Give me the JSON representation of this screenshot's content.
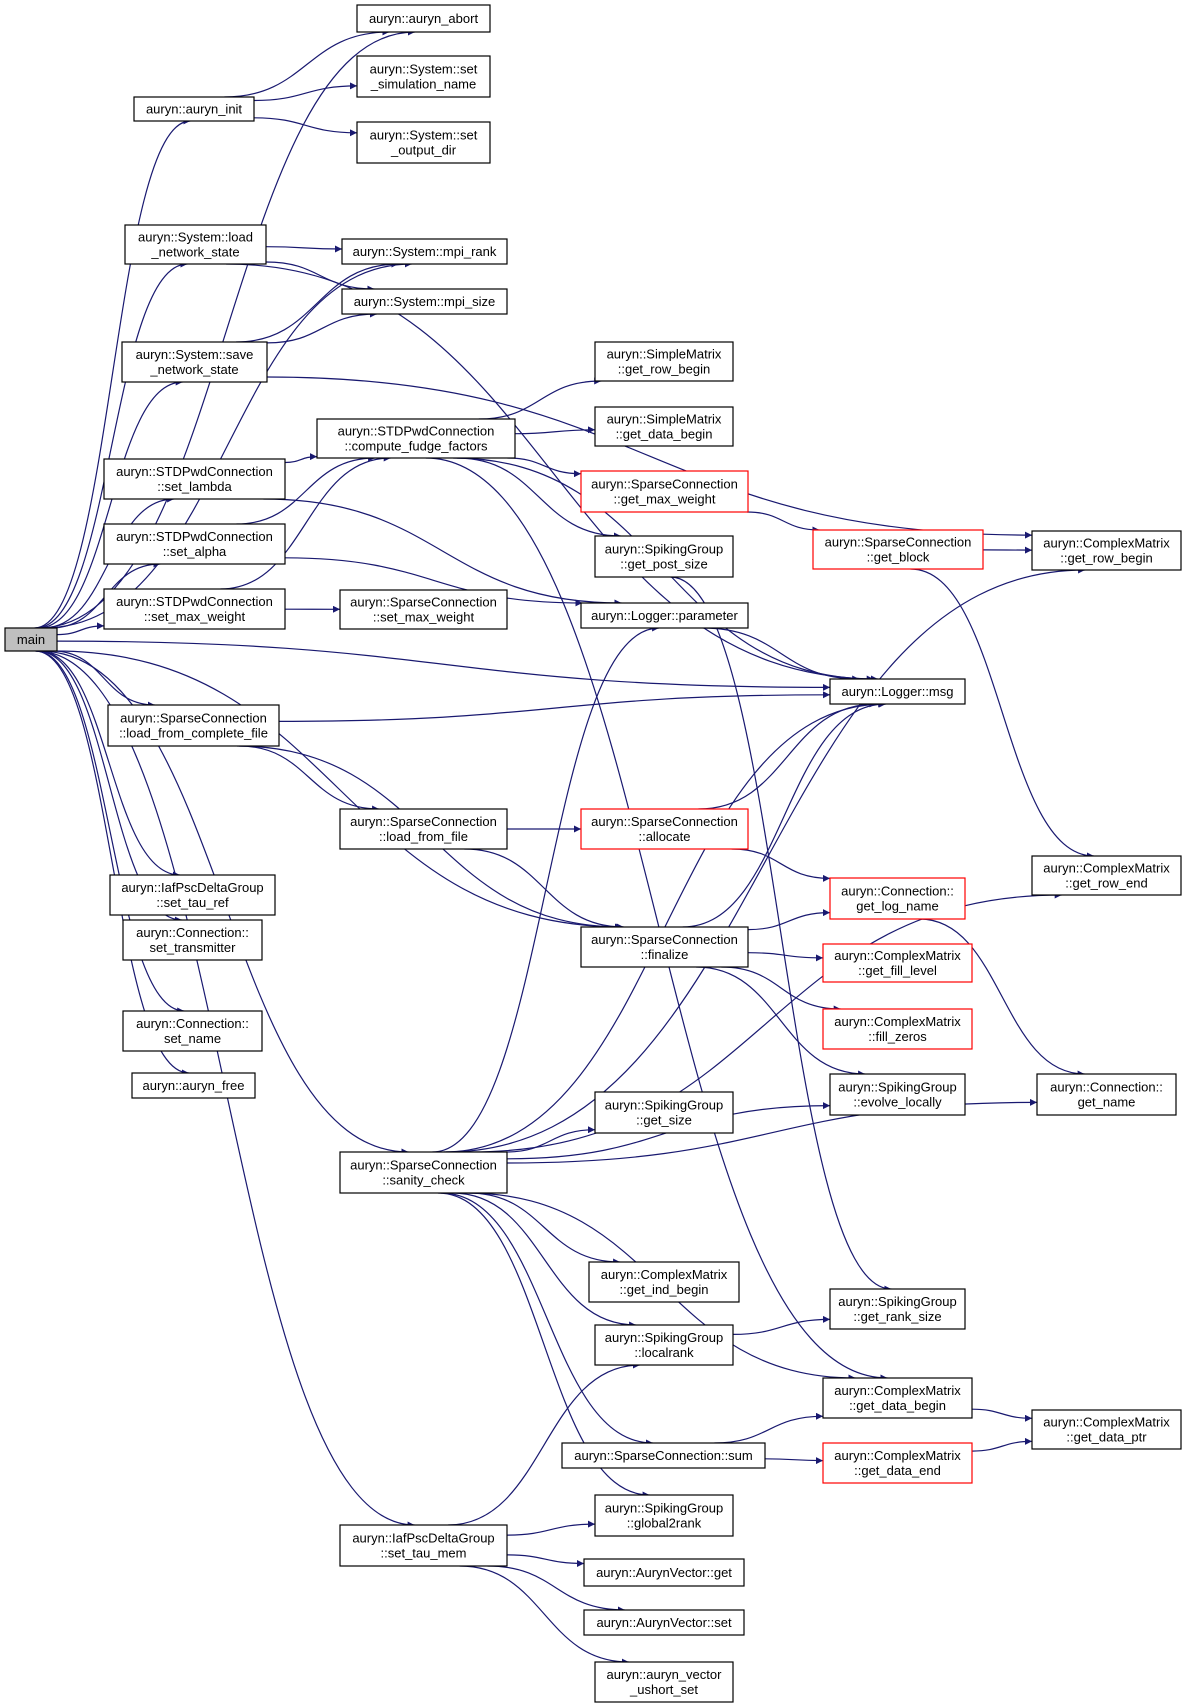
{
  "colors": {
    "edge": "#191970",
    "node_border": "#000000",
    "highlight_border": "#ff0000",
    "root_fill": "#bfbfbf"
  },
  "nodes": [
    {
      "id": "main",
      "lines": [
        "main"
      ]
    },
    {
      "id": "auryn_abort",
      "lines": [
        "auryn::auryn_abort"
      ]
    },
    {
      "id": "auryn_init",
      "lines": [
        "auryn::auryn_init"
      ]
    },
    {
      "id": "set_sim_name",
      "lines": [
        "auryn::System::set",
        "_simulation_name"
      ]
    },
    {
      "id": "set_output_dir",
      "lines": [
        "auryn::System::set",
        "_output_dir"
      ]
    },
    {
      "id": "load_net",
      "lines": [
        "auryn::System::load",
        "_network_state"
      ]
    },
    {
      "id": "mpi_rank",
      "lines": [
        "auryn::System::mpi_rank"
      ]
    },
    {
      "id": "mpi_size",
      "lines": [
        "auryn::System::mpi_size"
      ]
    },
    {
      "id": "save_net",
      "lines": [
        "auryn::System::save",
        "_network_state"
      ]
    },
    {
      "id": "sm_row_begin",
      "lines": [
        "auryn::SimpleMatrix",
        "::get_row_begin"
      ]
    },
    {
      "id": "sm_data_begin",
      "lines": [
        "auryn::SimpleMatrix",
        "::get_data_begin"
      ]
    },
    {
      "id": "compute_fudge",
      "lines": [
        "auryn::STDPwdConnection",
        "::compute_fudge_factors"
      ]
    },
    {
      "id": "set_lambda",
      "lines": [
        "auryn::STDPwdConnection",
        "::set_lambda"
      ]
    },
    {
      "id": "sc_get_max_weight",
      "lines": [
        "auryn::SparseConnection",
        "::get_max_weight"
      ],
      "red": true
    },
    {
      "id": "get_block",
      "lines": [
        "auryn::SparseConnection",
        "::get_block"
      ],
      "red": true
    },
    {
      "id": "cm_row_begin",
      "lines": [
        "auryn::ComplexMatrix",
        "::get_row_begin"
      ]
    },
    {
      "id": "set_alpha",
      "lines": [
        "auryn::STDPwdConnection",
        "::set_alpha"
      ]
    },
    {
      "id": "get_post_size",
      "lines": [
        "auryn::SpikingGroup",
        "::get_post_size"
      ]
    },
    {
      "id": "stdp_set_max_weight",
      "lines": [
        "auryn::STDPwdConnection",
        "::set_max_weight"
      ]
    },
    {
      "id": "sc_set_max_weight",
      "lines": [
        "auryn::SparseConnection",
        "::set_max_weight"
      ]
    },
    {
      "id": "logger_param",
      "lines": [
        "auryn::Logger::parameter"
      ]
    },
    {
      "id": "logger_msg",
      "lines": [
        "auryn::Logger::msg"
      ]
    },
    {
      "id": "load_complete",
      "lines": [
        "auryn::SparseConnection",
        "::load_from_complete_file"
      ]
    },
    {
      "id": "load_file",
      "lines": [
        "auryn::SparseConnection",
        "::load_from_file"
      ]
    },
    {
      "id": "allocate",
      "lines": [
        "auryn::SparseConnection",
        "::allocate"
      ],
      "red": true
    },
    {
      "id": "cm_row_end",
      "lines": [
        "auryn::ComplexMatrix",
        "::get_row_end"
      ]
    },
    {
      "id": "set_tau_ref",
      "lines": [
        "auryn::IafPscDeltaGroup",
        "::set_tau_ref"
      ]
    },
    {
      "id": "get_log_name",
      "lines": [
        "auryn::Connection::",
        "get_log_name"
      ],
      "red": true
    },
    {
      "id": "set_transmitter",
      "lines": [
        "auryn::Connection::",
        "set_transmitter"
      ]
    },
    {
      "id": "finalize",
      "lines": [
        "auryn::SparseConnection",
        "::finalize"
      ]
    },
    {
      "id": "fill_level",
      "lines": [
        "auryn::ComplexMatrix",
        "::get_fill_level"
      ],
      "red": true
    },
    {
      "id": "set_name",
      "lines": [
        "auryn::Connection::",
        "set_name"
      ]
    },
    {
      "id": "fill_zeros",
      "lines": [
        "auryn::ComplexMatrix",
        "::fill_zeros"
      ],
      "red": true
    },
    {
      "id": "auryn_free",
      "lines": [
        "auryn::auryn_free"
      ]
    },
    {
      "id": "evolve_locally",
      "lines": [
        "auryn::SpikingGroup",
        "::evolve_locally"
      ]
    },
    {
      "id": "get_name",
      "lines": [
        "auryn::Connection::",
        "get_name"
      ]
    },
    {
      "id": "sg_get_size",
      "lines": [
        "auryn::SpikingGroup",
        "::get_size"
      ]
    },
    {
      "id": "sanity_check",
      "lines": [
        "auryn::SparseConnection",
        "::sanity_check"
      ]
    },
    {
      "id": "ind_begin",
      "lines": [
        "auryn::ComplexMatrix",
        "::get_ind_begin"
      ]
    },
    {
      "id": "rank_size",
      "lines": [
        "auryn::SpikingGroup",
        "::get_rank_size"
      ]
    },
    {
      "id": "localrank",
      "lines": [
        "auryn::SpikingGroup",
        "::localrank"
      ]
    },
    {
      "id": "cm_data_begin",
      "lines": [
        "auryn::ComplexMatrix",
        "::get_data_begin"
      ]
    },
    {
      "id": "data_ptr",
      "lines": [
        "auryn::ComplexMatrix",
        "::get_data_ptr"
      ]
    },
    {
      "id": "sc_sum",
      "lines": [
        "auryn::SparseConnection::sum"
      ]
    },
    {
      "id": "data_end",
      "lines": [
        "auryn::ComplexMatrix",
        "::get_data_end"
      ],
      "red": true
    },
    {
      "id": "global2rank",
      "lines": [
        "auryn::SpikingGroup",
        "::global2rank"
      ]
    },
    {
      "id": "set_tau_mem",
      "lines": [
        "auryn::IafPscDeltaGroup",
        "::set_tau_mem"
      ]
    },
    {
      "id": "av_get",
      "lines": [
        "auryn::AurynVector::get"
      ]
    },
    {
      "id": "av_set",
      "lines": [
        "auryn::AurynVector::set"
      ]
    },
    {
      "id": "ushort_set",
      "lines": [
        "auryn::auryn_vector",
        "_ushort_set"
      ]
    }
  ],
  "edges": [
    [
      "main",
      "auryn_abort"
    ],
    [
      "main",
      "auryn_init"
    ],
    [
      "main",
      "load_net"
    ],
    [
      "main",
      "mpi_rank"
    ],
    [
      "main",
      "save_net"
    ],
    [
      "main",
      "set_lambda"
    ],
    [
      "main",
      "set_alpha"
    ],
    [
      "main",
      "stdp_set_max_weight"
    ],
    [
      "main",
      "logger_msg"
    ],
    [
      "main",
      "load_complete"
    ],
    [
      "main",
      "set_tau_ref"
    ],
    [
      "main",
      "set_transmitter"
    ],
    [
      "main",
      "set_name"
    ],
    [
      "main",
      "auryn_free"
    ],
    [
      "main",
      "sanity_check"
    ],
    [
      "main",
      "set_tau_mem"
    ],
    [
      "main",
      "finalize"
    ],
    [
      "auryn_init",
      "auryn_abort"
    ],
    [
      "auryn_init",
      "set_sim_name"
    ],
    [
      "auryn_init",
      "set_output_dir"
    ],
    [
      "load_net",
      "mpi_rank"
    ],
    [
      "load_net",
      "mpi_size"
    ],
    [
      "load_net",
      "logger_msg"
    ],
    [
      "save_net",
      "mpi_rank"
    ],
    [
      "save_net",
      "mpi_size"
    ],
    [
      "save_net",
      "cm_row_begin"
    ],
    [
      "set_lambda",
      "compute_fudge"
    ],
    [
      "set_lambda",
      "logger_param"
    ],
    [
      "set_alpha",
      "compute_fudge"
    ],
    [
      "set_alpha",
      "logger_param"
    ],
    [
      "stdp_set_max_weight",
      "compute_fudge"
    ],
    [
      "stdp_set_max_weight",
      "sc_set_max_weight"
    ],
    [
      "compute_fudge",
      "sm_row_begin"
    ],
    [
      "compute_fudge",
      "sm_data_begin"
    ],
    [
      "compute_fudge",
      "sc_get_max_weight"
    ],
    [
      "compute_fudge",
      "get_post_size"
    ],
    [
      "compute_fudge",
      "logger_msg"
    ],
    [
      "compute_fudge",
      "cm_data_begin"
    ],
    [
      "sc_get_max_weight",
      "get_block"
    ],
    [
      "get_block",
      "cm_row_begin"
    ],
    [
      "get_block",
      "cm_row_end"
    ],
    [
      "get_post_size",
      "rank_size"
    ],
    [
      "logger_param",
      "logger_msg"
    ],
    [
      "load_complete",
      "logger_msg"
    ],
    [
      "load_complete",
      "load_file"
    ],
    [
      "load_complete",
      "finalize"
    ],
    [
      "load_file",
      "allocate"
    ],
    [
      "load_file",
      "finalize"
    ],
    [
      "allocate",
      "logger_msg"
    ],
    [
      "allocate",
      "get_log_name"
    ],
    [
      "finalize",
      "get_log_name"
    ],
    [
      "finalize",
      "fill_level"
    ],
    [
      "finalize",
      "fill_zeros"
    ],
    [
      "finalize",
      "evolve_locally"
    ],
    [
      "finalize",
      "logger_msg"
    ],
    [
      "get_log_name",
      "get_name"
    ],
    [
      "sanity_check",
      "logger_param"
    ],
    [
      "sanity_check",
      "logger_msg"
    ],
    [
      "sanity_check",
      "cm_row_begin"
    ],
    [
      "sanity_check",
      "cm_row_end"
    ],
    [
      "sanity_check",
      "evolve_locally"
    ],
    [
      "sanity_check",
      "sg_get_size"
    ],
    [
      "sanity_check",
      "get_name"
    ],
    [
      "sanity_check",
      "ind_begin"
    ],
    [
      "sanity_check",
      "localrank"
    ],
    [
      "sanity_check",
      "cm_data_begin"
    ],
    [
      "sanity_check",
      "sc_sum"
    ],
    [
      "sanity_check",
      "global2rank"
    ],
    [
      "localrank",
      "rank_size"
    ],
    [
      "cm_data_begin",
      "data_ptr"
    ],
    [
      "sc_sum",
      "cm_data_begin"
    ],
    [
      "sc_sum",
      "data_end"
    ],
    [
      "data_end",
      "data_ptr"
    ],
    [
      "set_tau_mem",
      "localrank"
    ],
    [
      "set_tau_mem",
      "global2rank"
    ],
    [
      "set_tau_mem",
      "av_get"
    ],
    [
      "set_tau_mem",
      "av_set"
    ],
    [
      "set_tau_mem",
      "ushort_set"
    ]
  ]
}
